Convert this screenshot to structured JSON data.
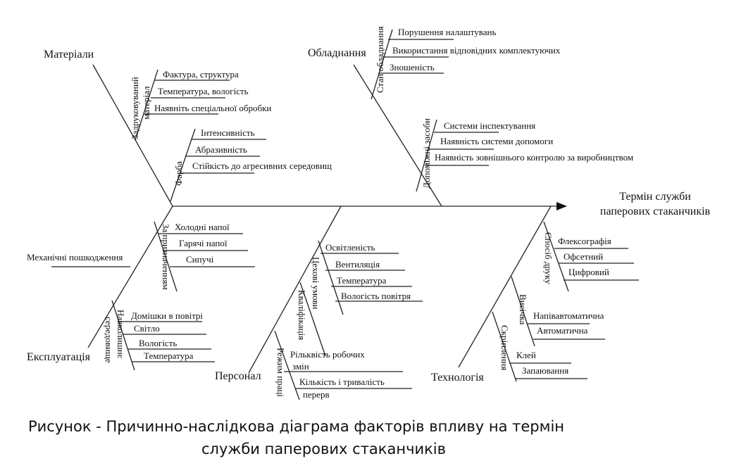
{
  "effect": {
    "line1": "Термін служби",
    "line2": "паперових стаканчиків"
  },
  "materials": {
    "label": "Матеріали",
    "printed": {
      "label1": "Задруковуваний",
      "label2": "матеріал",
      "items": [
        "Фактура, структура",
        "Температура, вологість",
        "Наявніть спеціальної обробки"
      ]
    },
    "paint": {
      "label": "Фарба",
      "items": [
        "Інтенсивність",
        "Абразивність",
        "Стійкість до агресивних середовищ"
      ]
    }
  },
  "equipment": {
    "label": "Обладнання",
    "state": {
      "label": "Стан обладнання",
      "items": [
        "Порушення налаштувань",
        "Використання відповідних комплектуючих",
        "Зношеність"
      ]
    },
    "aux": {
      "label": "Допоміжні засоби",
      "items": [
        "Системи інспектування",
        "Наявність системи допомоги",
        "Наявність зовнішнього контролю за виробництвом"
      ]
    }
  },
  "operation": {
    "label": "Експлуатація",
    "mechanical": "Механічні пошкодження",
    "purpose": {
      "label": "За призначенням",
      "items": [
        "Холодні напої",
        "Гарячі напої",
        "Сипучі"
      ]
    },
    "environment": {
      "label1": "Навколишнє",
      "label2": "середовище",
      "items": [
        "Домішки в повітрі",
        "Світло",
        "Вологість",
        "Температура"
      ]
    }
  },
  "personnel": {
    "label": "Персонал",
    "shop": {
      "label": "Цехові умови",
      "items": [
        "Освітленість",
        "Вентиляція",
        "Температура",
        "Вологість повітря"
      ]
    },
    "qualification": {
      "label": "Кваліфікація"
    },
    "work": {
      "label": "Режим праці",
      "item1a": "Рільквість робочих",
      "item1b": "змін",
      "item2a": "Кількість і тривалість",
      "item2b": "перерв"
    }
  },
  "technology": {
    "label": "Технологія",
    "printing": {
      "label": "Спосіб друку",
      "items": [
        "Флексографія",
        "Офсетний",
        "Цифровий"
      ]
    },
    "cutting": {
      "label": "Висічка",
      "items": [
        "Напівавтоматична",
        "Автоматична"
      ]
    },
    "fastening": {
      "label": "Скріплення",
      "items": [
        "Клей",
        "Запаювання"
      ]
    }
  },
  "caption": {
    "line1": "Рисунок -  Причинно-наслідкова діаграма факторів впливу на термін",
    "line2": "служби паперових стаканчиків"
  }
}
